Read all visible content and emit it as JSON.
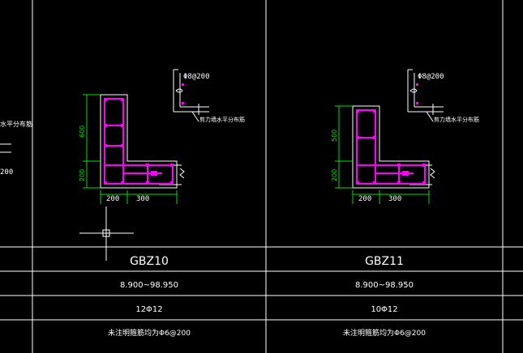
{
  "left_partial": {
    "label": "水平分布筋",
    "value": "200"
  },
  "panels": [
    {
      "id": "gbz10",
      "rebar_note": "Φ8@200",
      "tag": "剪力墙水平分布筋",
      "dim_vertical_upper": "600",
      "dim_vertical_lower": "200",
      "dim_h_left": "200",
      "dim_h_right": "300",
      "name": "GBZ10",
      "elevation": "8.900~98.950",
      "longitudinal": "12Φ12",
      "stirrup": "未注明箍筋均为Φ6@200"
    },
    {
      "id": "gbz11",
      "rebar_note": "Φ8@200",
      "tag": "剪力墙水平分布筋",
      "dim_vertical_upper": "500",
      "dim_vertical_lower": "200",
      "dim_h_left": "200",
      "dim_h_right": "300",
      "name": "GBZ11",
      "elevation": "8.900~98.950",
      "longitudinal": "10Φ12",
      "stirrup": "未注明箍筋均为Φ6@200"
    }
  ],
  "colors": {
    "background": "#000000",
    "grid_line": "#ffffff",
    "rebar": "#ff00ff",
    "dimension": "#00e000",
    "outline": "#ffffff"
  }
}
